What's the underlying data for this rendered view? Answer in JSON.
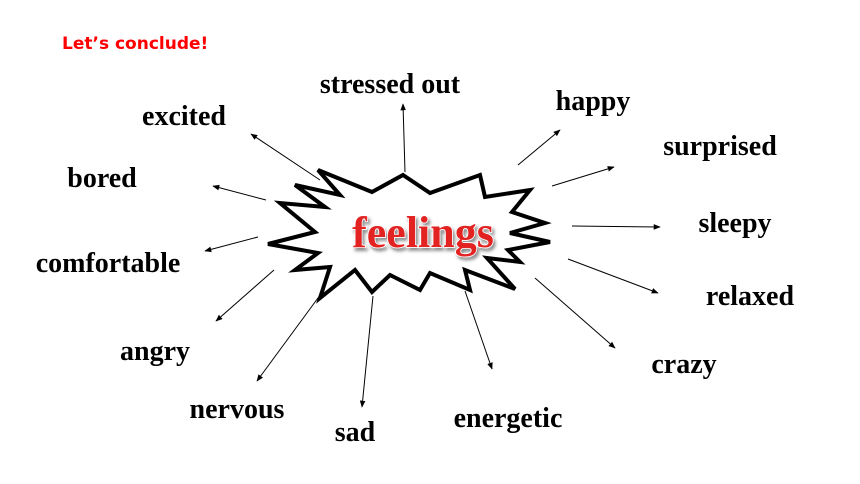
{
  "slide": {
    "title": "Let’s conclude!",
    "title_color": "#ff0000"
  },
  "center": {
    "label": "feelings",
    "color": "#e32222",
    "outline_color": "#ffffff"
  },
  "feelings": [
    "stressed out",
    "happy",
    "surprised",
    "sleepy",
    "relaxed",
    "crazy",
    "energetic",
    "sad",
    "nervous",
    "angry",
    "comfortable",
    "bored",
    "excited"
  ]
}
